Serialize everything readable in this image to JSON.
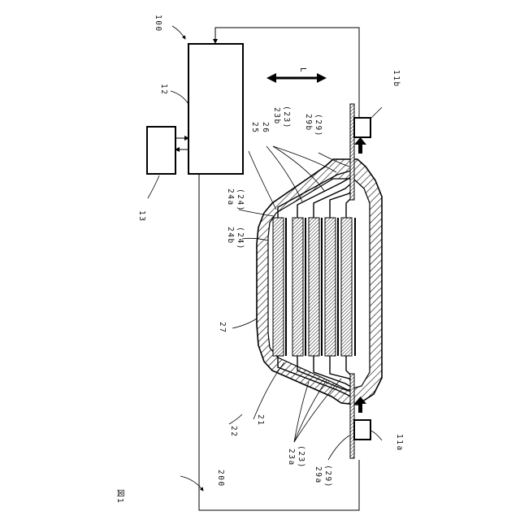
{
  "figure_label": "図1",
  "direction_label": "L",
  "labels": {
    "ref_100": "100",
    "ref_200": "200",
    "ref_12": "12",
    "ref_13": "13",
    "ref_11b": "11b",
    "ref_11a": "11a",
    "ref_25": "25",
    "ref_26": "26",
    "ref_23b": "23b",
    "ref_23b_paren": "(23)",
    "ref_29b": "29b",
    "ref_29b_paren": "(29)",
    "ref_24a": "24a",
    "ref_24a_paren": "(24)",
    "ref_24b": "24b",
    "ref_24b_paren": "(24)",
    "ref_27": "27",
    "ref_22": "22",
    "ref_21": "21",
    "ref_23a": "23a",
    "ref_23a_paren": "(23)",
    "ref_29a": "29a",
    "ref_29a_paren": "(29)"
  }
}
